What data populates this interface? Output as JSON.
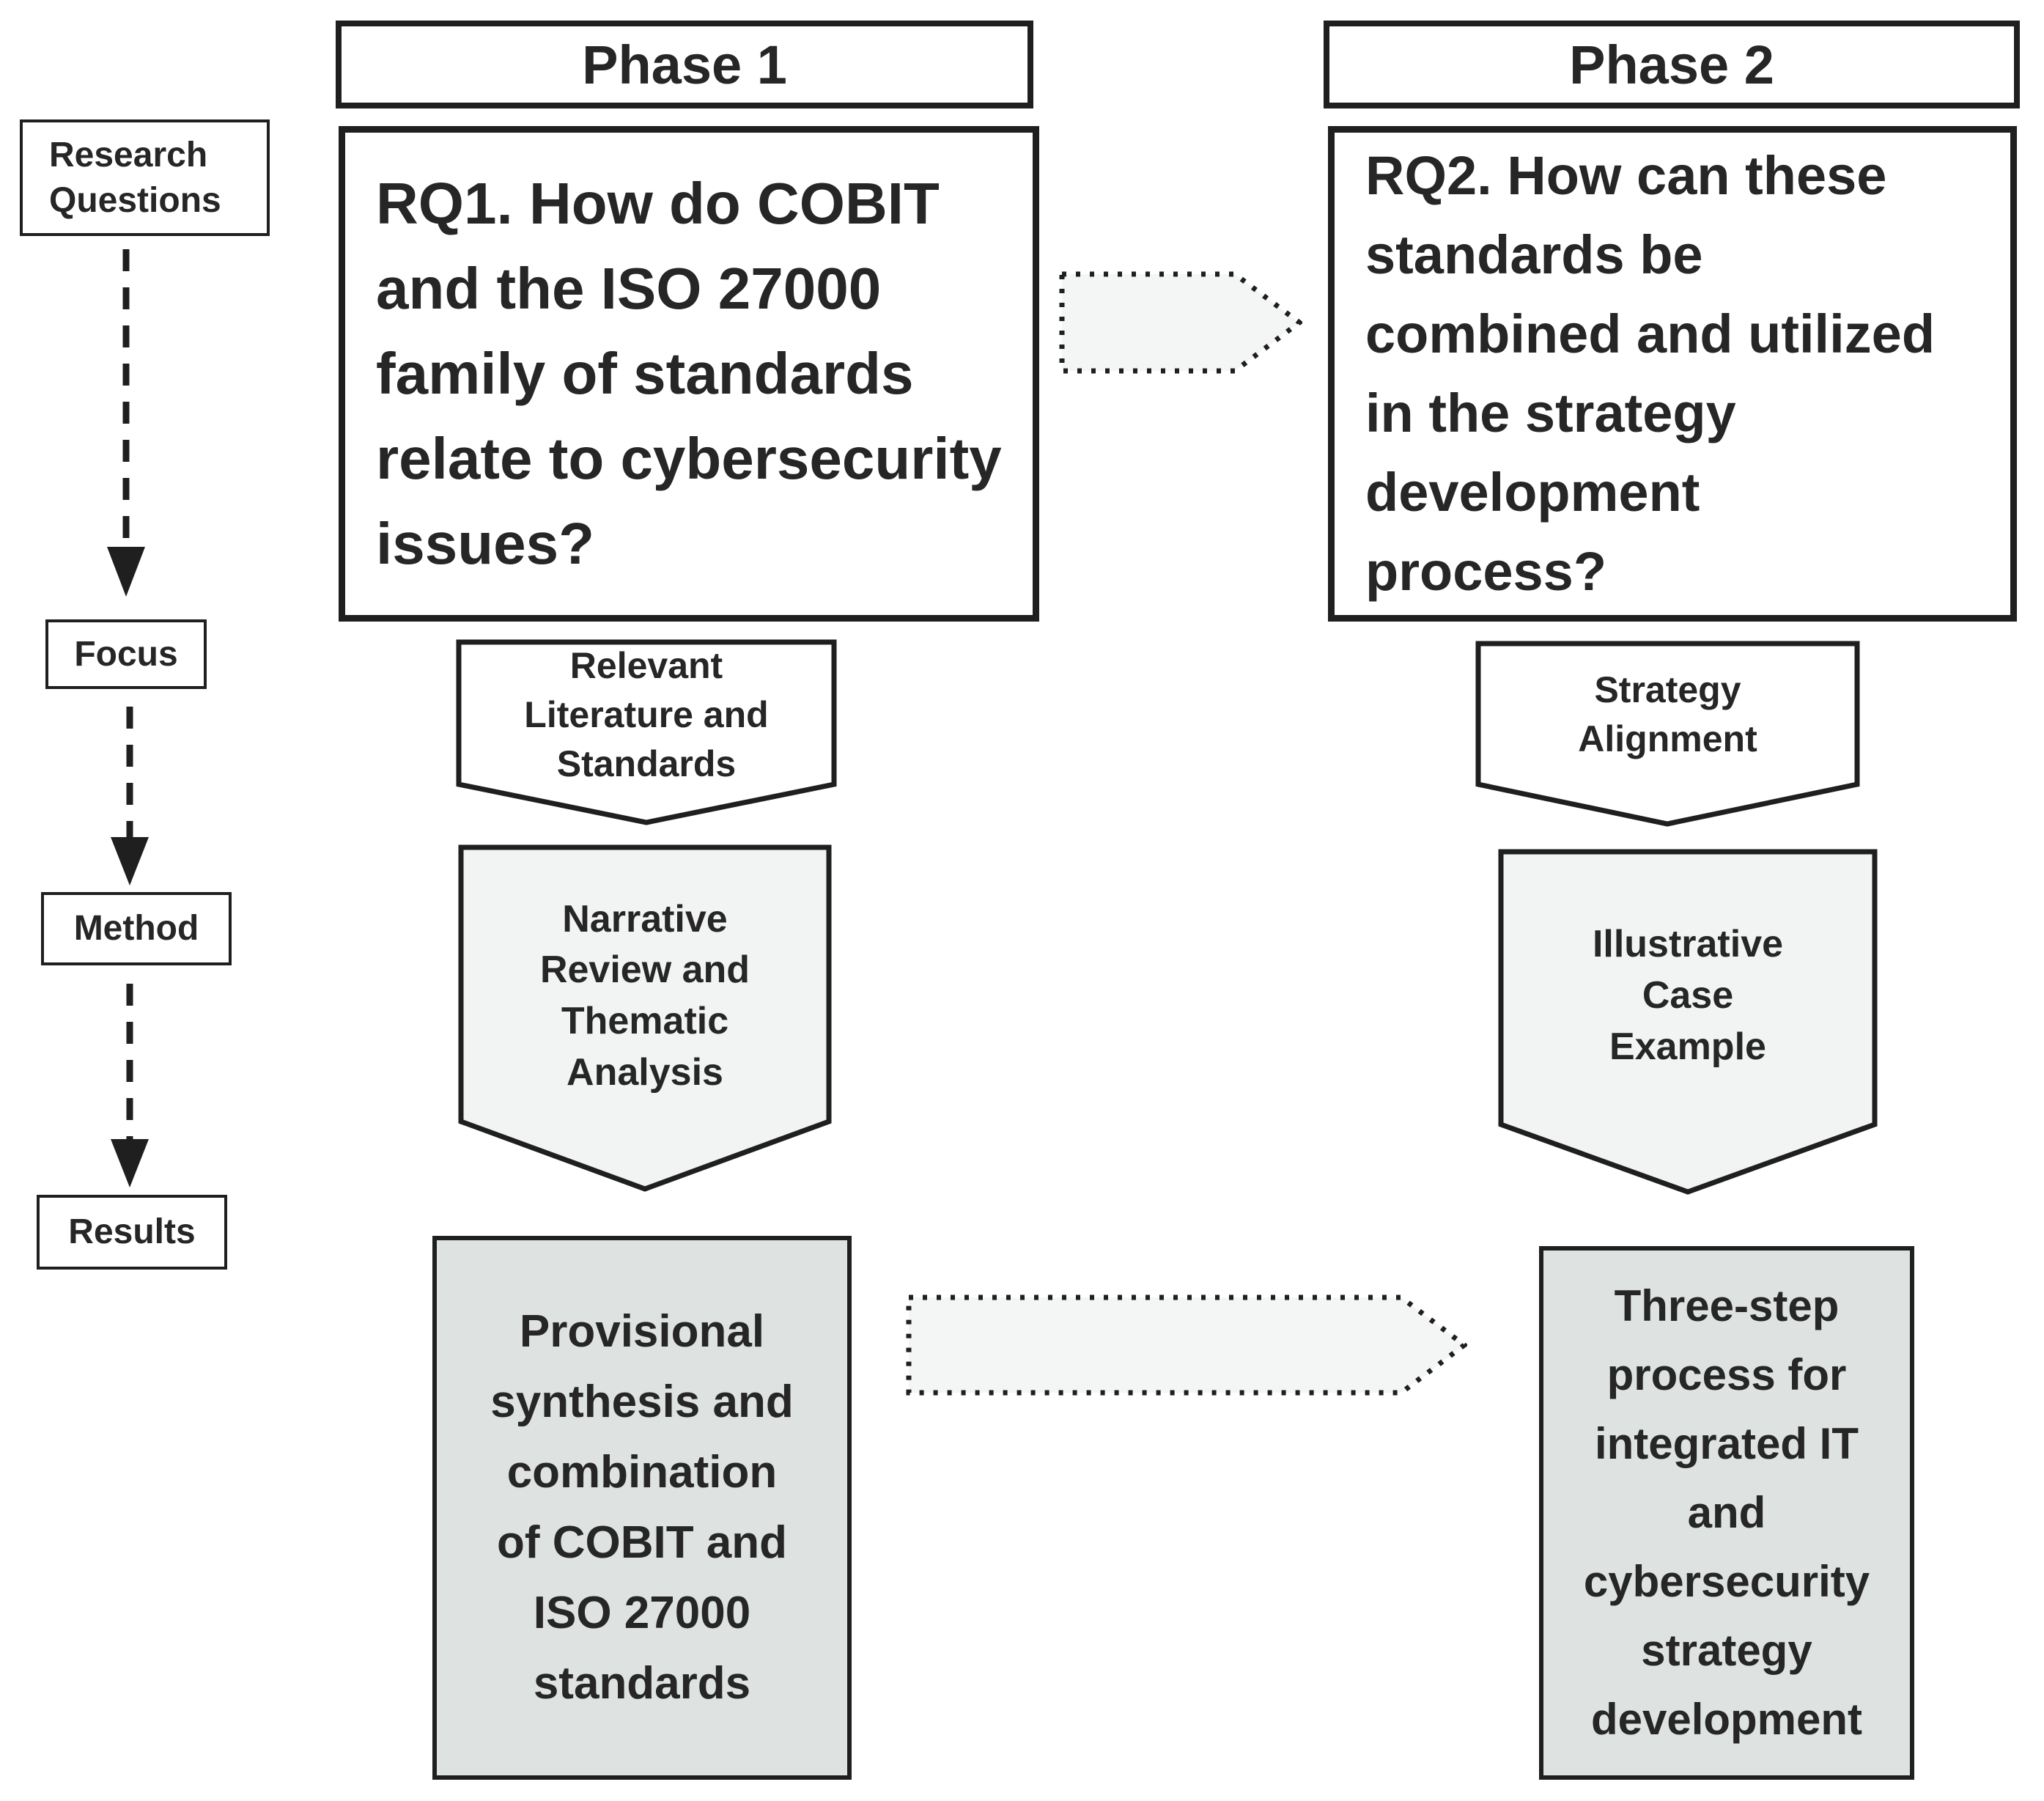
{
  "diagram": {
    "left_rail": {
      "research_questions_label": "Research\nQuestions",
      "focus_label": "Focus",
      "method_label": "Method",
      "results_label": "Results"
    },
    "phase1": {
      "header": "Phase 1",
      "research_question": "RQ1. How do COBIT\nand the ISO 27000\nfamily of standards\nrelate to cybersecurity\nissues?",
      "focus_shape": "Relevant\nLiterature and\nStandards",
      "method_shape": "Narrative\nReview and\nThematic\nAnalysis",
      "result": "Provisional\nsynthesis and\ncombination\nof COBIT and\nISO 27000\nstandards"
    },
    "phase2": {
      "header": "Phase 2",
      "research_question": "RQ2. How can these\nstandards be\ncombined and utilized\nin the strategy\ndevelopment\nprocess?",
      "focus_shape": "Strategy\nAlignment",
      "method_shape": "Illustrative\nCase\nExample",
      "result": "Three-step\nprocess for\nintegrated IT\nand\ncybersecurity\nstrategy\ndevelopment"
    },
    "icons": {
      "vertical_connector": "dashed-arrow-down-icon",
      "horizontal_connector": "dotted-arrow-right-icon"
    },
    "colors": {
      "background": "#ffffff",
      "border": "#1f1f1f",
      "text": "#262626",
      "pentagon_light_fill": "#f2f4f3",
      "result_box_fill": "#dee2e1",
      "dotted_arrow_fill": "#f4f6f5"
    }
  }
}
